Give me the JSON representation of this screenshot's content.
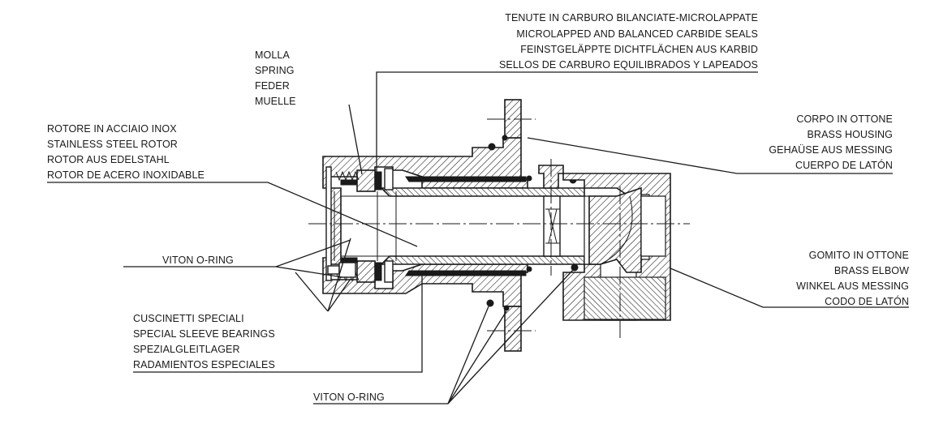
{
  "labels": {
    "seals": [
      "TENUTE IN CARBURO BILANCIATE-MICROLAPPATE",
      "MICROLAPPED AND BALANCED CARBIDE SEALS",
      "FEINSTGELÄPPTE DICHTFLÄCHEN AUS KARBID",
      "SELLOS DE CARBURO EQUILIBRADOS Y LAPEADOS"
    ],
    "spring": [
      "MOLLA",
      "SPRING",
      "FEDER",
      "MUELLE"
    ],
    "rotor": [
      "ROTORE IN ACCIAIO INOX",
      "STAINLESS STEEL ROTOR",
      "ROTOR AUS EDELSTAHL",
      "ROTOR DE ACERO INOXIDABLE"
    ],
    "housing": [
      "CORPO IN OTTONE",
      "BRASS HOUSING",
      "GEHAÜSE AUS MESSING",
      "CUERPO DE LATÓN"
    ],
    "oring_left": [
      "VITON O-RING"
    ],
    "elbow": [
      "GOMITO IN OTTONE",
      "BRASS ELBOW",
      "WINKEL AUS MESSING",
      "CODO DE LATÓN"
    ],
    "bearings": [
      "CUSCINETTI SPECIALI",
      "SPECIAL SLEEVE BEARINGS",
      "SPEZIALGLEITLAGER",
      "RADAMIENTOS ESPECIALES"
    ],
    "oring_bottom": [
      "VITON O-RING"
    ]
  }
}
